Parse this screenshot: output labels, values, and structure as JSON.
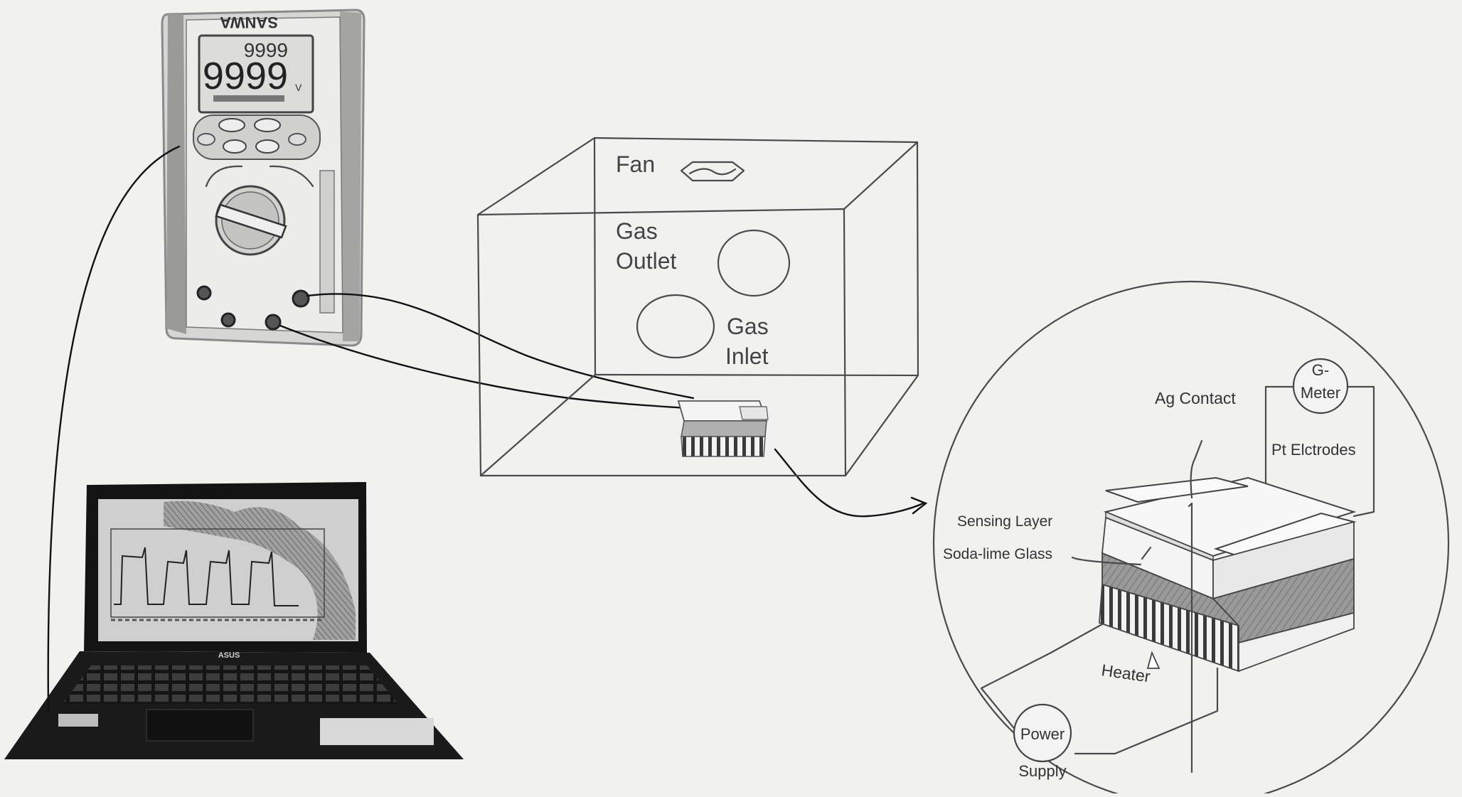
{
  "multimeter": {
    "brand": "SANWA",
    "display_small": "9999",
    "display_large": "9999",
    "unit": "V"
  },
  "laptop": {
    "brand": "ASUS"
  },
  "chamber": {
    "fan_label": "Fan",
    "outlet_label_1": "Gas",
    "outlet_label_2": "Outlet",
    "inlet_label_1": "Gas",
    "inlet_label_2": "Inlet"
  },
  "sensor": {
    "ag_contact": "Ag Contact",
    "meter_1": "G-",
    "meter_2": "Meter",
    "pt_electrodes": "Pt Elctrodes",
    "sensing_layer": "Sensing Layer",
    "glass": "Soda-lime Glass",
    "heater": "Heater",
    "power": "Power",
    "supply": "Supply"
  },
  "colors": {
    "background": "#f1f1ef",
    "sketch": "#4a4a4a",
    "wire": "#111111",
    "laptop_body": "#141414"
  }
}
